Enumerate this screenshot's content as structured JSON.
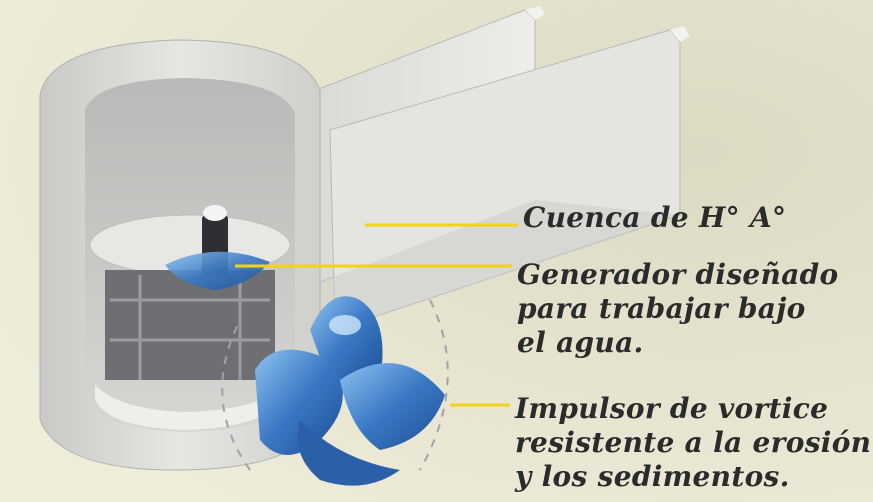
{
  "labels": {
    "basin": "Cuenca de H° A°",
    "generator": [
      "Generador diseñado",
      "para trabajar bajo",
      "el agua."
    ],
    "impeller": [
      "Impulsor de vortice",
      "resistente a la erosión",
      "y los sedimentos."
    ]
  },
  "colors": {
    "background": "#e9e7d3",
    "concrete": "#dcdcd8",
    "leader_line": "#f2d21b",
    "impeller_blue": "#3a78c4",
    "text": "#2b2b2b"
  }
}
